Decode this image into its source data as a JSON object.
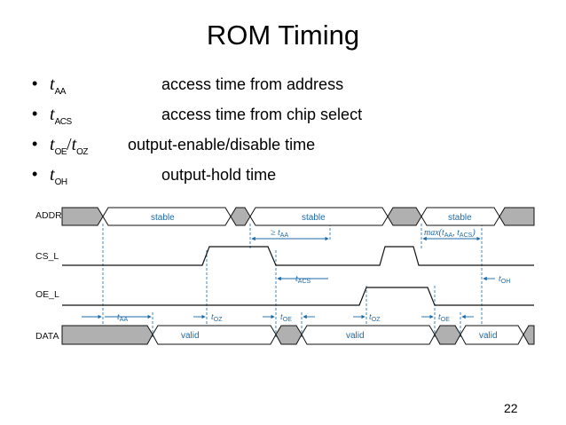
{
  "slide": {
    "title": "ROM Timing",
    "page_number": "22"
  },
  "bullets": [
    {
      "marker": "•",
      "term": "t",
      "sub": "AA",
      "description": "access time from address"
    },
    {
      "marker": "•",
      "term": "t",
      "sub": "ACS",
      "description": "access time from chip select"
    },
    {
      "marker": "•",
      "term": "t",
      "sub": "OE",
      "term2": "t",
      "sub2": "OZ",
      "separator": "/",
      "description": "output-enable/disable time"
    },
    {
      "marker": "•",
      "term": "t",
      "sub": "OH",
      "description": "output-hold time"
    }
  ],
  "timing": {
    "signals": [
      "ADDR",
      "CS_L",
      "OE_L",
      "DATA"
    ],
    "addr_labels": [
      "stable",
      "stable",
      "stable"
    ],
    "data_labels": [
      "valid",
      "valid",
      "valid"
    ],
    "annotations": {
      "ge_taa": {
        "prefix": "≥ t",
        "sub": "AA"
      },
      "max": {
        "prefix": "max(t",
        "sub1": "AA",
        "mid": ", t",
        "sub2": "ACS",
        "suffix": ")"
      },
      "tacs": {
        "prefix": "t",
        "sub": "ACS"
      },
      "toh": {
        "prefix": "t",
        "sub": "OH"
      },
      "taa": {
        "prefix": "t",
        "sub": "AA"
      },
      "toz1": {
        "prefix": "t",
        "sub": "OZ"
      },
      "toe1": {
        "prefix": "t",
        "sub": "OE"
      },
      "toz2": {
        "prefix": "t",
        "sub": "OZ"
      },
      "toe2": {
        "prefix": "t",
        "sub": "OE"
      }
    },
    "colors": {
      "wave": "#111111",
      "bus_fill": "#b0b0b0",
      "annotation": "#1a6aa8"
    }
  }
}
